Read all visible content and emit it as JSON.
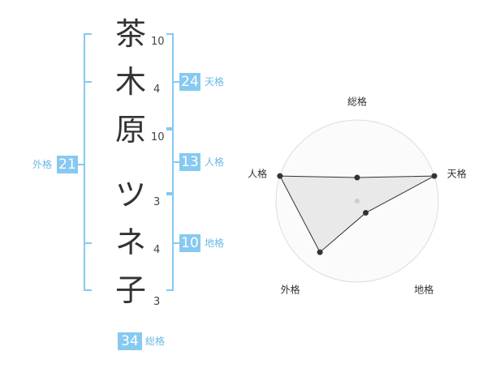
{
  "name": {
    "chars": [
      "茶",
      "木",
      "原",
      "ツ",
      "ネ",
      "子"
    ],
    "strokes": [
      "10",
      "4",
      "10",
      "3",
      "4",
      "3"
    ]
  },
  "kakusu": {
    "tenkaku": {
      "value": "24",
      "label": "天格"
    },
    "jinkaku": {
      "value": "13",
      "label": "人格"
    },
    "chikaku": {
      "value": "10",
      "label": "地格"
    },
    "gaikaku": {
      "value": "21",
      "label": "外格"
    },
    "soukaku": {
      "value": "34",
      "label": "総格"
    }
  },
  "colors": {
    "accent": "#86c9f1",
    "bracket": "#86c9f1",
    "text": "#333333"
  },
  "chart_data": {
    "type": "radar",
    "axes": [
      "総格",
      "天格",
      "地格",
      "外格",
      "人格"
    ],
    "values": [
      0.29,
      1.0,
      0.18,
      0.78,
      1.0
    ],
    "rings": 4,
    "max": 1.0
  }
}
